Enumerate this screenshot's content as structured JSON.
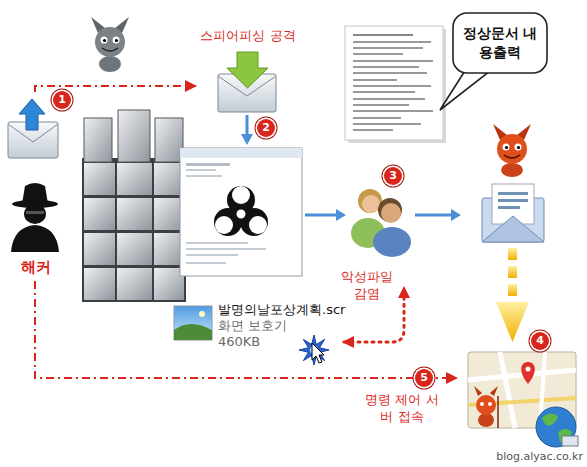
{
  "diagram": {
    "nodes": [
      {
        "text": [
          "해커"
        ]
      },
      {
        "text": [
          "스피어피싱 공격"
        ]
      },
      {
        "text": [
          "정상문서 내용출력"
        ]
      },
      {
        "text": [
          "발명의날포상계획.scr",
          "화면 보호기",
          "460KB"
        ]
      }
    ],
    "edges": [
      {
        "from": 0,
        "to": 1,
        "arrow": "to"
      }
    ],
    "labels": [
      "1",
      "2",
      "3",
      "4",
      "5",
      "악성파일 감염",
      "명령 제어 서버 접속",
      "blog.alyac.co.kr"
    ]
  }
}
